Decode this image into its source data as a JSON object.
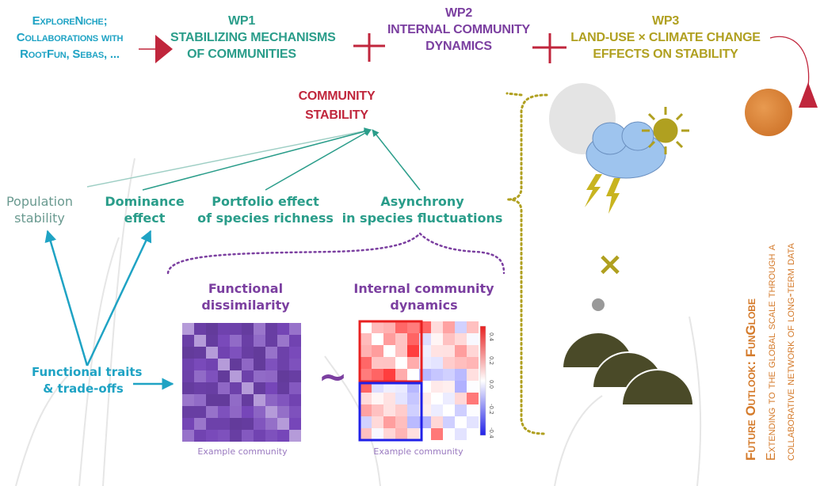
{
  "header": {
    "intro": [
      "ExploreNiche;",
      "Collaborations with",
      "RootFun, Sebas, ..."
    ],
    "wp1": {
      "title": "WP1",
      "lines": [
        "STABILIZING MECHANISMS",
        "OF COMMUNITIES"
      ]
    },
    "wp2": {
      "title": "WP2",
      "lines": [
        "INTERNAL COMMUNITY",
        "DYNAMICS"
      ]
    },
    "wp3": {
      "title": "WP3",
      "lines": [
        "LAND-USE × CLIMATE CHANGE",
        "EFFECTS ON STABILITY"
      ]
    }
  },
  "center": {
    "stability": [
      "COMMUNITY",
      "STABILITY"
    ],
    "mechanisms": [
      {
        "lines": [
          "Population",
          "stability"
        ]
      },
      {
        "lines": [
          "Dominance",
          "effect"
        ]
      },
      {
        "lines": [
          "Portfolio effect",
          "of species richness"
        ]
      },
      {
        "lines": [
          "Asynchrony",
          "in species fluctuations"
        ]
      }
    ],
    "traits": [
      "Functional traits",
      "& trade-offs"
    ],
    "dissimilarity": {
      "title": [
        "Functional",
        "dissimilarity"
      ],
      "caption": "Example community"
    },
    "dynamics": {
      "title": [
        "Internal community",
        "dynamics"
      ],
      "caption": "Example community",
      "colorbar_ticks": [
        "0.4",
        "0.2",
        "0.0",
        "-0.2",
        "-0.4"
      ]
    },
    "tilde": "~"
  },
  "right": {
    "times": "×"
  },
  "outlook": {
    "title": "Future Outlook: FunGlobe",
    "lines": [
      "Extending to the global scale through a",
      "collaborative network of long-term data"
    ]
  },
  "colors": {
    "cyan": "#1fa3c4",
    "teal": "#2a9d8a",
    "purple": "#7b3fa0",
    "olive": "#b0a020",
    "crimson": "#c0263c",
    "orange": "#d47a2a"
  }
}
